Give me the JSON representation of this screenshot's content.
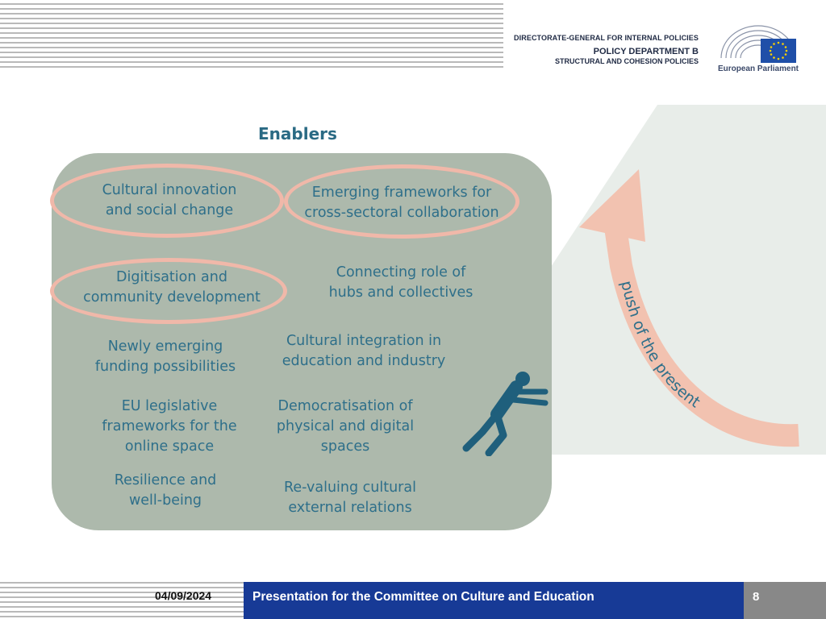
{
  "header": {
    "line1": "DIRECTORATE-GENERAL FOR INTERNAL POLICIES",
    "line2": "POLICY DEPARTMENT B",
    "line3": "STRUCTURAL AND COHESION POLICIES",
    "logo_name": "European Parliament"
  },
  "diagram": {
    "title": "Enablers",
    "arrow_label": "push of the present",
    "items": [
      {
        "line1": "Cultural innovation",
        "line2": "and social change"
      },
      {
        "line1": "Emerging frameworks for",
        "line2": "cross-sectoral collaboration"
      },
      {
        "line1": "Digitisation and",
        "line2": "community development"
      },
      {
        "line1": "Connecting role of",
        "line2": "hubs and collectives"
      },
      {
        "line1": "Newly emerging",
        "line2": "funding possibilities"
      },
      {
        "line1": "Cultural integration in",
        "line2": "education and industry"
      },
      {
        "line1": "EU legislative",
        "line2": "frameworks for the",
        "line3": "online space"
      },
      {
        "line1": "Democratisation of",
        "line2": "physical and digital",
        "line3": "spaces"
      },
      {
        "line1": "Resilience and",
        "line2": "well-being"
      },
      {
        "line1": "Re-valuing cultural",
        "line2": "external relations"
      }
    ],
    "colors": {
      "panel": "#adb9ac",
      "text": "#2e6f8a",
      "highlight_ring": "#f0b8a9",
      "arrow": "#f2c2b0",
      "figure": "#1f5f7c"
    }
  },
  "footer": {
    "date": "04/09/2024",
    "presentation": "Presentation for the Committee on Culture and Education",
    "page": "8"
  }
}
